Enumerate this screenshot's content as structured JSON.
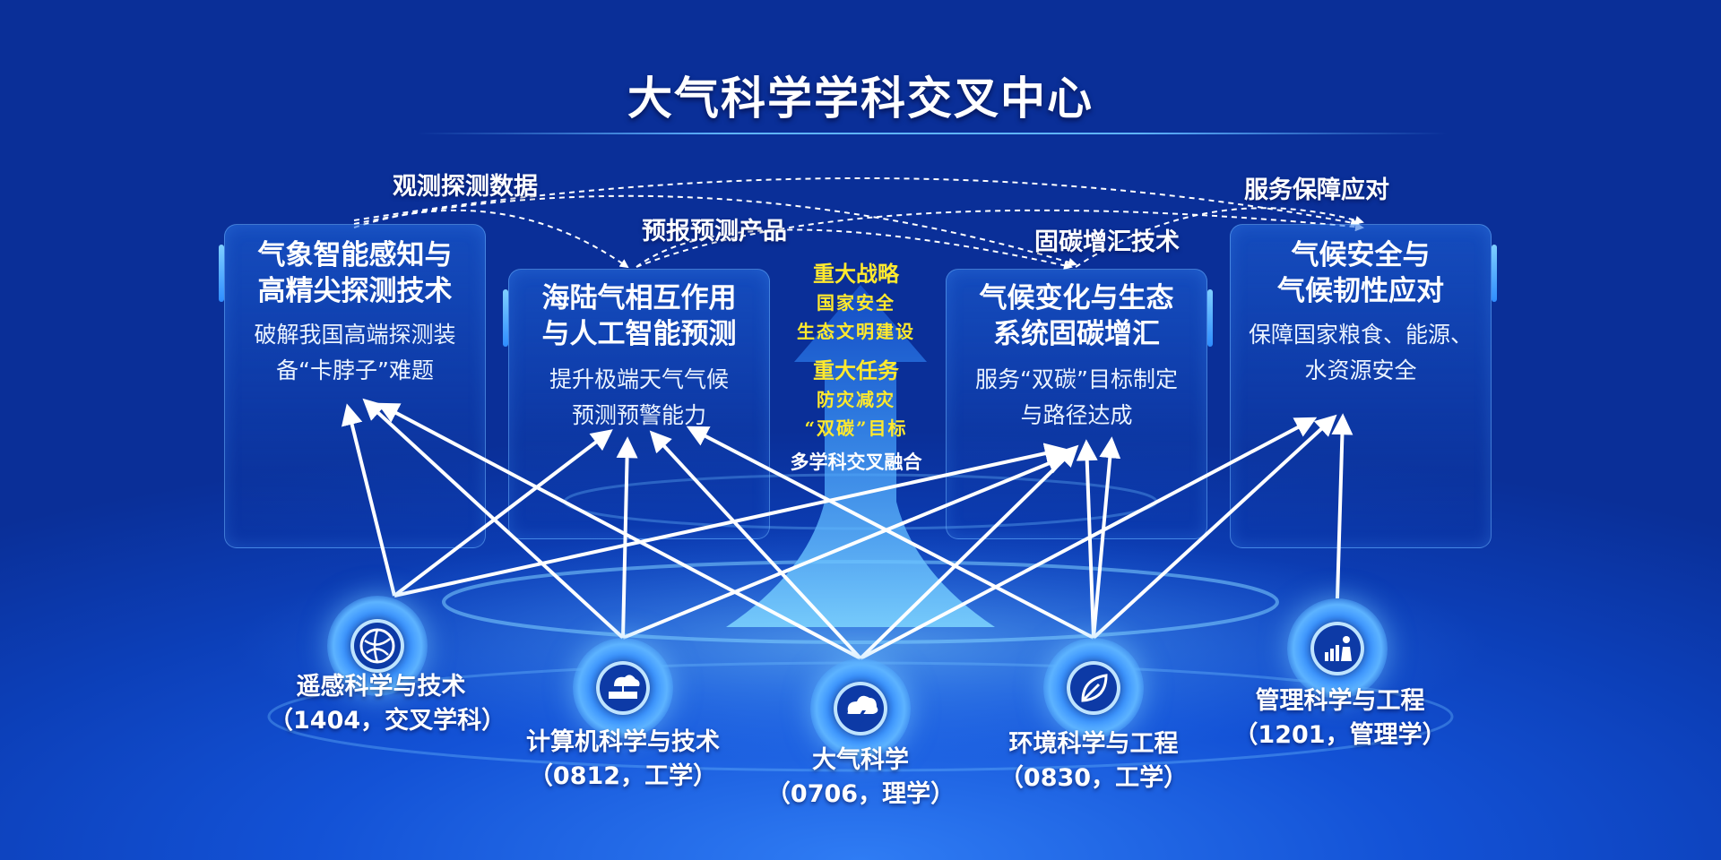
{
  "title": "大气科学学科交叉中心",
  "flow_labels": {
    "observation": "观测探测数据",
    "forecast": "预报预测产品",
    "carbon": "固碳增汇技术",
    "service": "服务保障应对"
  },
  "cards": [
    {
      "title_lines": [
        "气象智能感知与",
        "高精尖探测技术"
      ],
      "desc_lines": [
        "破解我国高端探测装",
        "备“卡脖子”难题"
      ]
    },
    {
      "title_lines": [
        "海陆气相互作用",
        "与人工智能预测"
      ],
      "desc_lines": [
        "提升极端天气气候",
        "预测预警能力"
      ]
    },
    {
      "title_lines": [
        "气候变化与生态",
        "系统固碳增汇"
      ],
      "desc_lines": [
        "服务“双碳”目标制定",
        "与路径达成"
      ]
    },
    {
      "title_lines": [
        "气候安全与",
        "气候韧性应对"
      ],
      "desc_lines": [
        "保障国家粮食、能源、",
        "水资源安全"
      ]
    }
  ],
  "center": {
    "strategy_heading": "重大战略",
    "strategy_items": [
      "国家安全",
      "生态文明建设"
    ],
    "task_heading": "重大任务",
    "task_items": [
      "防灾减灾",
      "“双碳”目标"
    ],
    "fusion": "多学科交叉融合"
  },
  "disciplines": [
    {
      "name": "遥感科学与技术",
      "code": "（1404，交叉学科）",
      "icon": "globe-icon"
    },
    {
      "name": "计算机科学与技术",
      "code": "（0812，工学）",
      "icon": "network-icon"
    },
    {
      "name": "大气科学",
      "code": "（0706，理学）",
      "icon": "cloud-lightning-icon"
    },
    {
      "name": "环境科学与工程",
      "code": "（0830，工学）",
      "icon": "leaf-icon"
    },
    {
      "name": "管理科学与工程",
      "code": "（1201，管理学）",
      "icon": "people-chart-icon"
    }
  ],
  "colors": {
    "background": "#0e3fb9",
    "highlight_text": "#ffe92e",
    "card_border": "#6eb4ff"
  }
}
